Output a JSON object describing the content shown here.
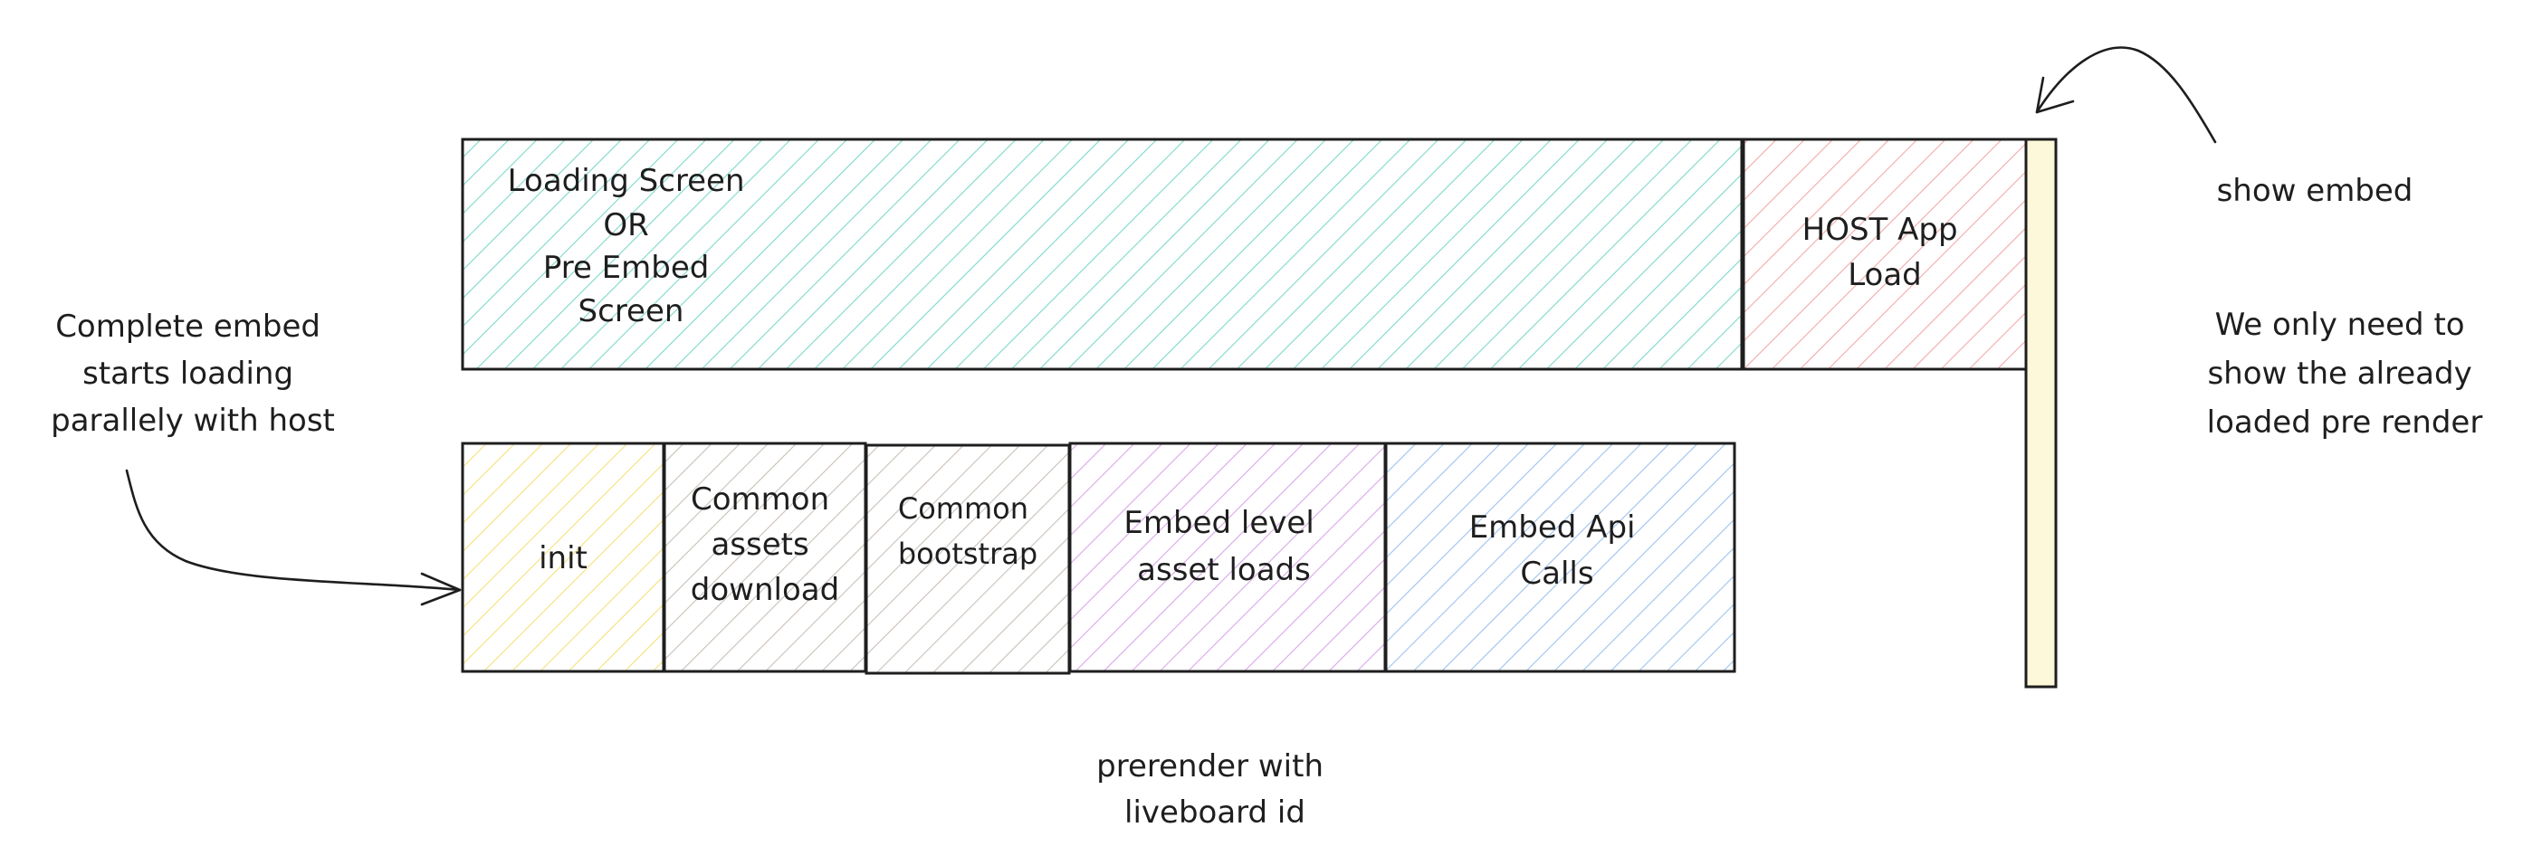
{
  "colors": {
    "stroke": "#1e1e1e",
    "loading_hatch": "#7dd8c9",
    "host_hatch": "#f2a9a9",
    "init_hatch": "#f5e17a",
    "assets_hatch": "#c9c0b8",
    "bootstrap_hatch": "#c9c0b8",
    "embed_level_hatch": "#d9a6ea",
    "embed_api_hatch": "#9cc3ef",
    "show_bar_fill": "#fdf8d9"
  },
  "boxes": {
    "loading_screen": {
      "lines": [
        "Loading Screen",
        "OR",
        "Pre Embed",
        "Screen"
      ]
    },
    "host_app": {
      "lines": [
        "HOST App",
        "Load"
      ]
    },
    "init": {
      "lines": [
        "init"
      ]
    },
    "common_assets": {
      "lines": [
        "Common",
        "assets",
        "download"
      ]
    },
    "common_bootstrap": {
      "lines": [
        "Common",
        "bootstrap"
      ]
    },
    "embed_level": {
      "lines": [
        "Embed level",
        "asset loads"
      ]
    },
    "embed_api": {
      "lines": [
        "Embed Api",
        "Calls"
      ]
    }
  },
  "annotations": {
    "complete_embed": {
      "lines": [
        "Complete embed",
        "starts loading",
        "parallely with host"
      ]
    },
    "show_embed": {
      "lines": [
        "show embed"
      ]
    },
    "only_need": {
      "lines": [
        "We only need to",
        "show the already",
        "loaded pre render"
      ]
    },
    "prerender": {
      "lines": [
        "prerender with",
        "liveboard id"
      ]
    }
  },
  "icons": {
    "arrow_to_init": "curved-arrow-icon",
    "arrow_to_bar": "curved-arrow-icon"
  }
}
